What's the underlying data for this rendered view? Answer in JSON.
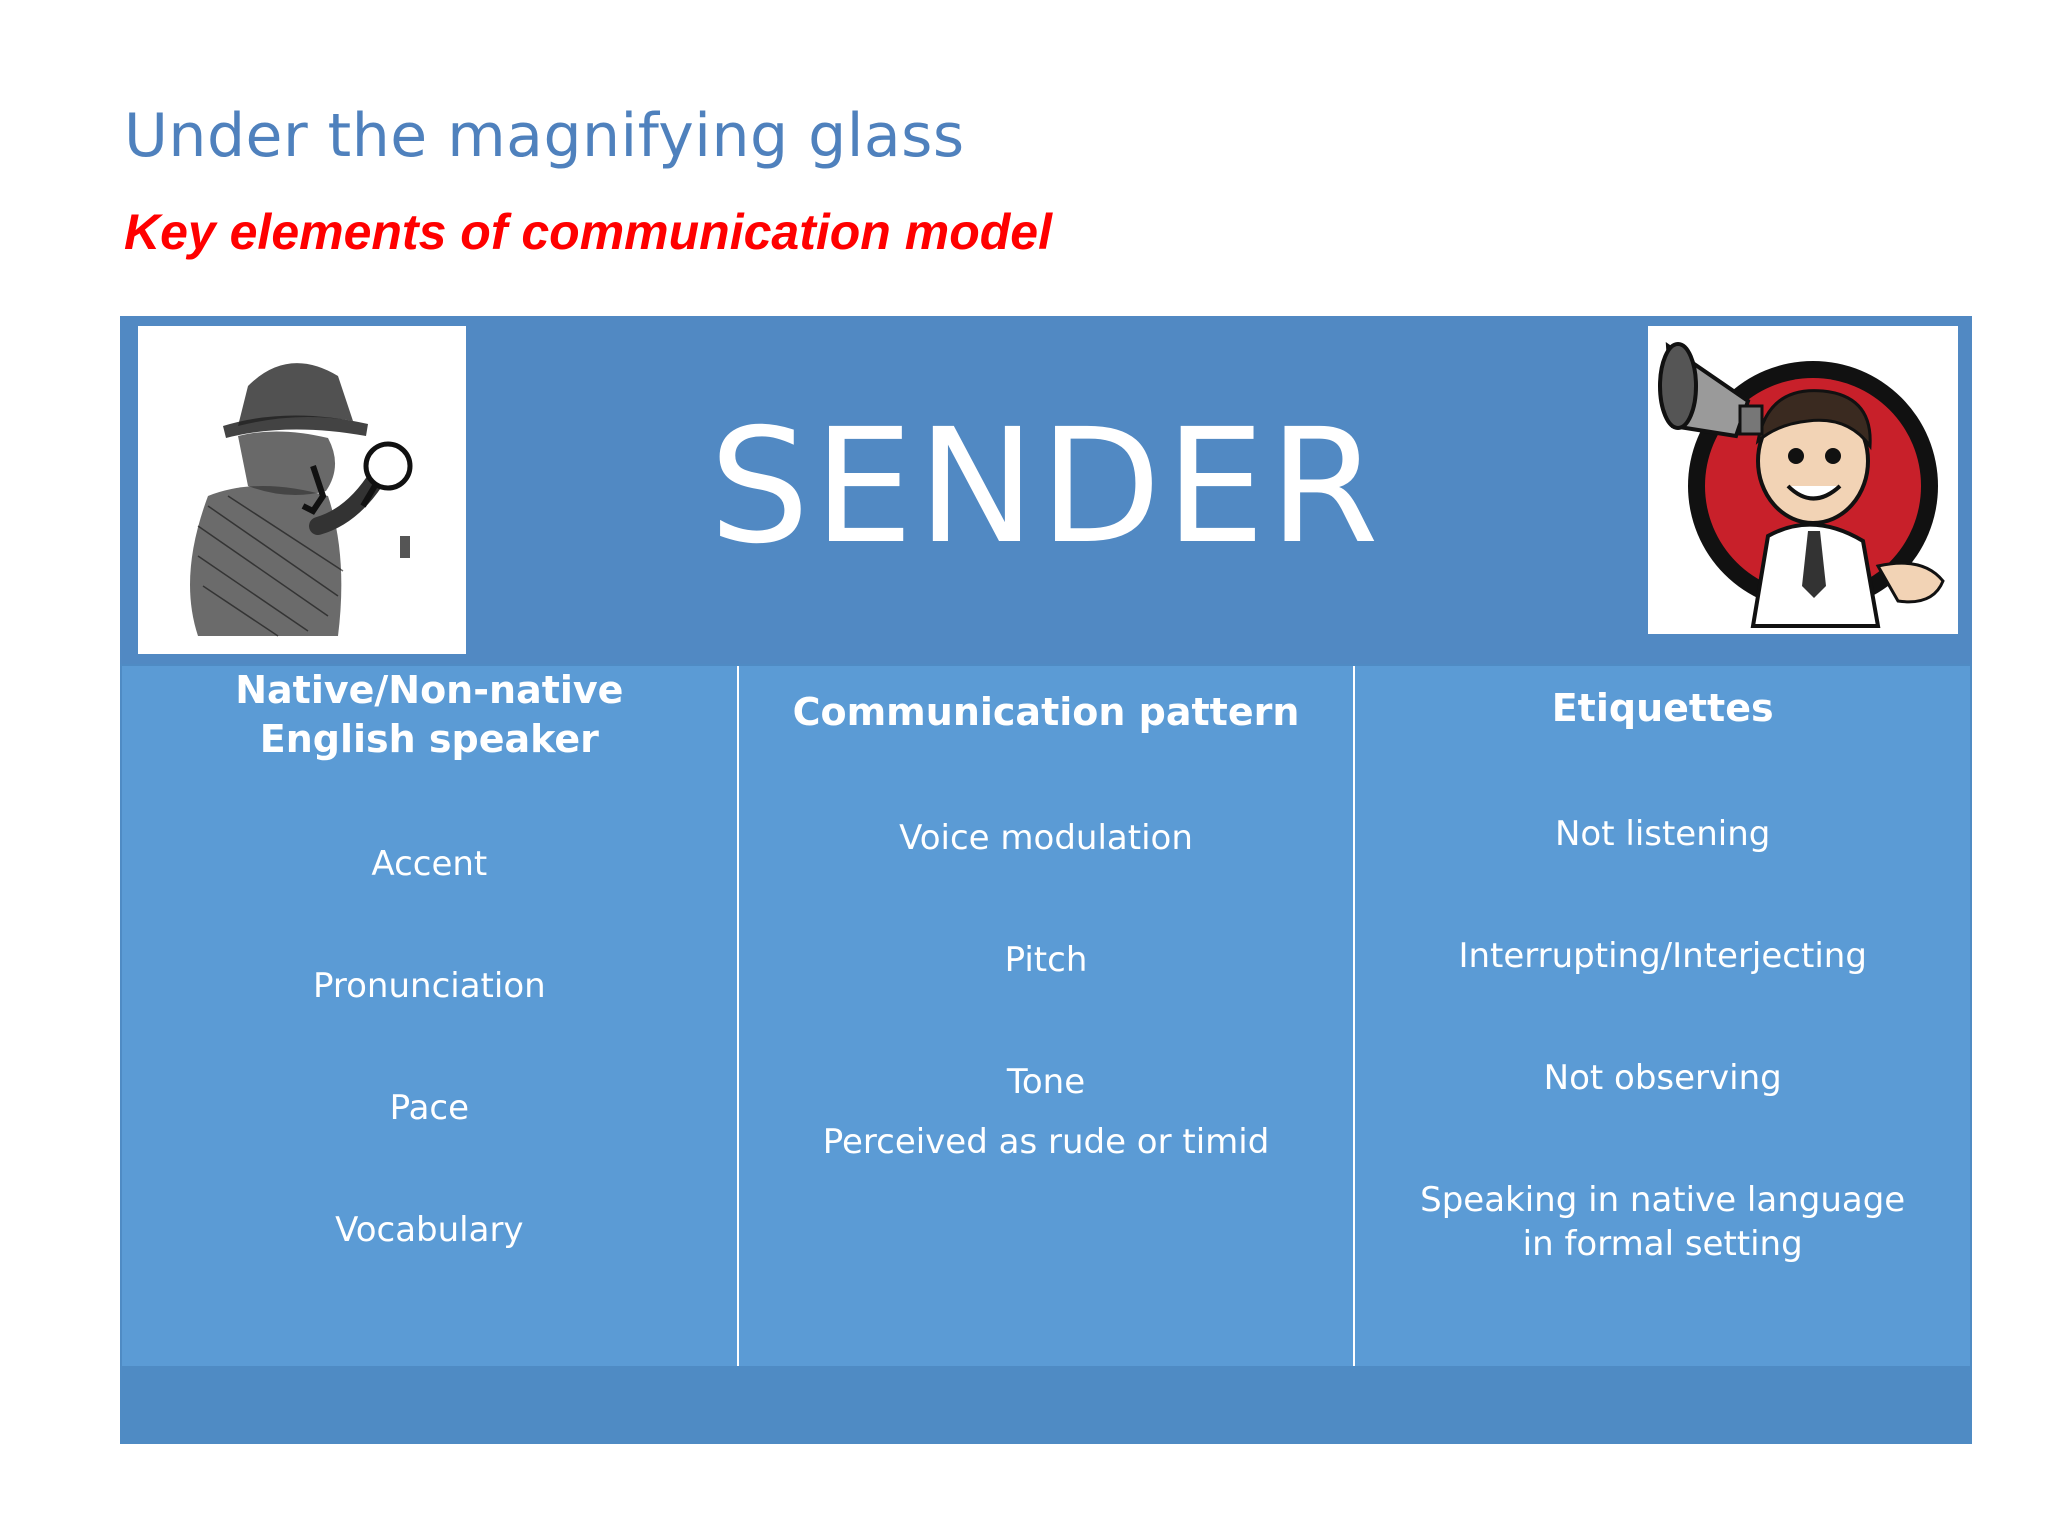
{
  "slide": {
    "title": "Under the magnifying glass",
    "subtitle": "Key elements of communication model"
  },
  "header": {
    "title": "SENDER",
    "left_image": "detective-magnifying-glass-sketch",
    "right_image": "cartoon-man-megaphone"
  },
  "columns": [
    {
      "heading": "Native/Non-native English speaker",
      "items": [
        "Accent",
        "Pronunciation",
        "Pace",
        "Vocabulary"
      ]
    },
    {
      "heading": "Communication pattern",
      "items": [
        "Voice modulation",
        "Pitch",
        "Tone",
        "Perceived as rude or timid"
      ]
    },
    {
      "heading": "Etiquettes",
      "items": [
        "Not listening",
        "Interrupting/Interjecting",
        "Not observing",
        "Speaking in native language in formal setting"
      ]
    }
  ],
  "colors": {
    "title": "#4f81bd",
    "subtitle": "#ff0000",
    "panel": "#5189c3",
    "cell": "#5b9bd5"
  }
}
